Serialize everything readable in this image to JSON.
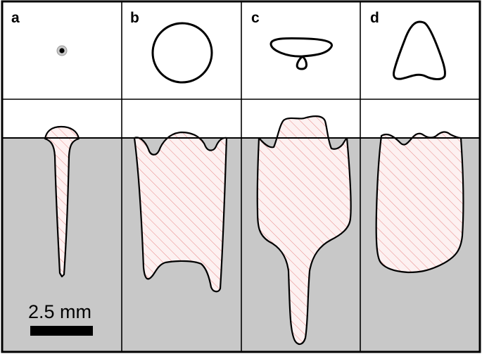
{
  "panels": [
    {
      "letter": "a",
      "beam_profile": "point-spot"
    },
    {
      "letter": "b",
      "beam_profile": "circle"
    },
    {
      "letter": "c",
      "beam_profile": "figure-eight-loop"
    },
    {
      "letter": "d",
      "beam_profile": "rounded-triangle"
    }
  ],
  "scale_bar": {
    "label": "2.5 mm"
  },
  "colors": {
    "substrate": "#c8c8c8",
    "melt_pool_fill": "#fdf1f1",
    "hatch": "#e78787",
    "outline": "#000000",
    "background": "#ffffff"
  }
}
